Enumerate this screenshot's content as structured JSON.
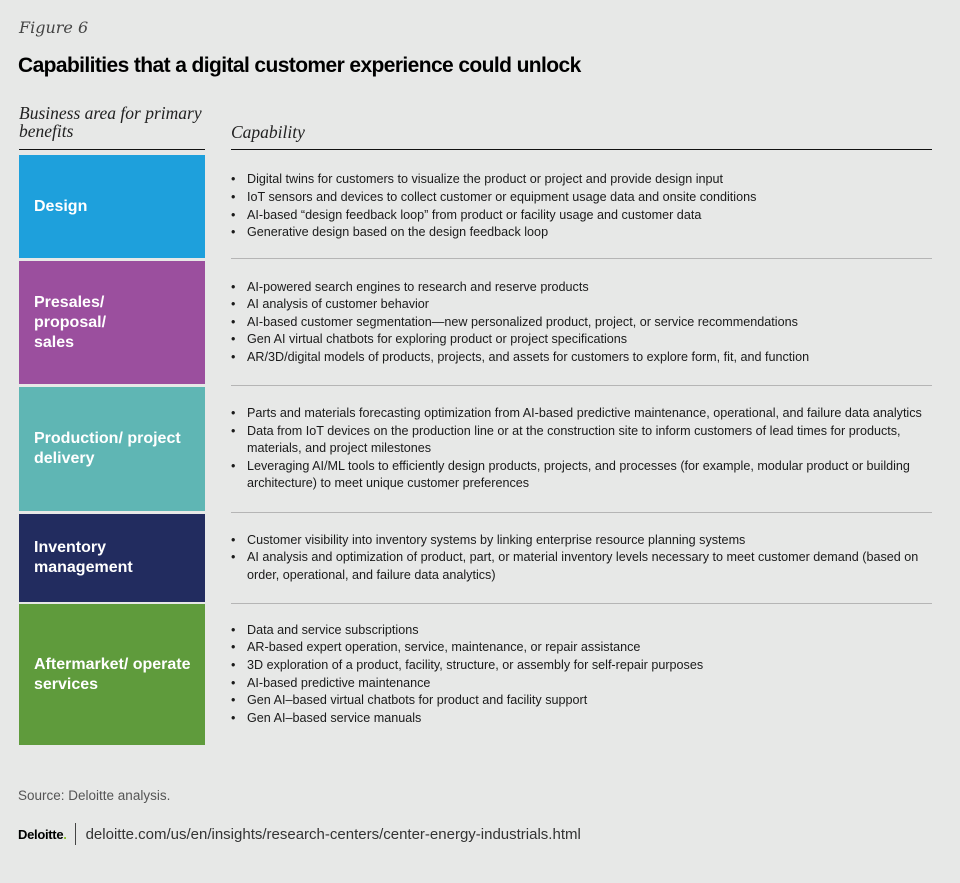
{
  "figure_label": "Figure 6",
  "title": "Capabilities that a digital customer experience could unlock",
  "headers": {
    "area": "Business area for primary benefits",
    "capability": "Capability"
  },
  "rows": [
    {
      "area": "Design",
      "color": "#1ea0dc",
      "caps": [
        "Digital twins for customers to visualize the product or project and provide design input",
        "IoT sensors and devices to collect customer or equipment usage data and onsite conditions",
        "AI-based “design feedback loop” from product or facility usage and customer data",
        "Generative design based on the design feedback loop"
      ]
    },
    {
      "area": "Presales/ proposal/ sales",
      "color": "#9b4f9e",
      "caps": [
        "AI-powered search engines to research and reserve products",
        "AI analysis of customer behavior",
        "AI-based customer segmentation—new personalized product, project, or service recommendations",
        "Gen AI virtual chatbots for exploring product or project specifications",
        "AR/3D/digital models of products, projects, and assets for customers to explore form, fit, and function"
      ]
    },
    {
      "area": "Production/ project delivery",
      "color": "#5fb6b4",
      "caps": [
        "Parts and materials forecasting optimization from AI-based predictive maintenance, operational,  and failure data analytics",
        "Data from IoT devices on the production line or at the construction site to inform customers of lead times for products, materials, and project milestones",
        "Leveraging AI/ML tools to efficiently design products, projects, and processes (for example, modular product or building architecture) to meet unique customer preferences"
      ]
    },
    {
      "area": "Inventory management",
      "color": "#222c5f",
      "caps": [
        "Customer visibility into inventory systems by linking enterprise resource planning systems",
        "AI analysis and optimization of product, part, or material inventory levels necessary to meet customer demand (based on order, operational, and failure data analytics)"
      ]
    },
    {
      "area": "Aftermarket/ operate services",
      "color": "#5f9b3c",
      "caps": [
        "Data and service subscriptions",
        "AR-based expert operation, service, maintenance, or repair assistance",
        "3D exploration of a product, facility, structure, or assembly for self-repair purposes",
        "AI-based predictive maintenance",
        "Gen AI–based virtual chatbots for product and facility support",
        "Gen AI–based service manuals"
      ]
    }
  ],
  "source": "Source: Deloitte analysis.",
  "logo": "Deloitte",
  "url": "deloitte.com/us/en/insights/research-centers/center-energy-industrials.html"
}
